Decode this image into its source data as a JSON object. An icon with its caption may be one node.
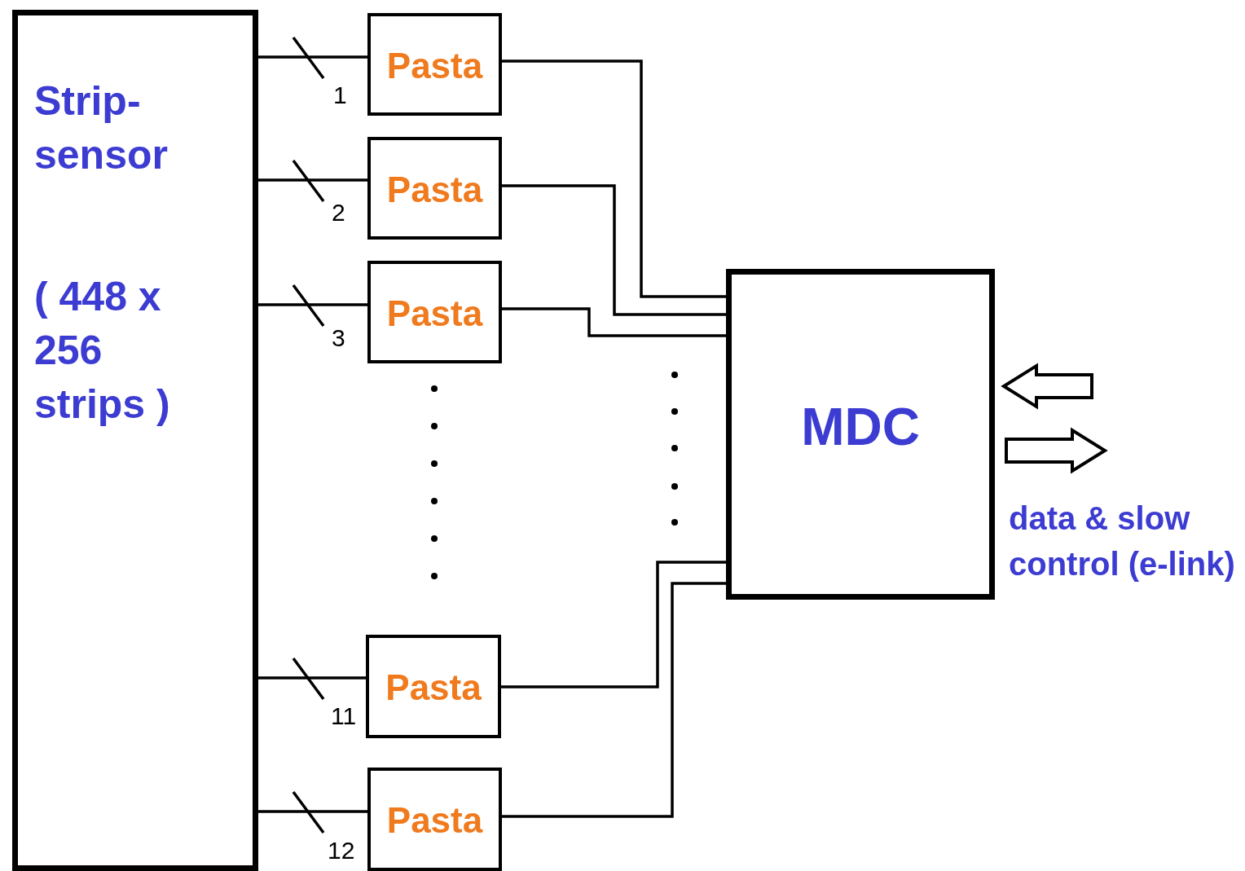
{
  "diagram": {
    "nodes": [
      {
        "text": [
          "Strip-sensor",
          "( 448 x 256 strips )"
        ]
      },
      {
        "text": [
          "Pasta"
        ]
      },
      {
        "text": [
          "Pasta"
        ]
      },
      {
        "text": [
          "Pasta"
        ]
      },
      {
        "text": [
          "Pasta"
        ]
      },
      {
        "text": [
          "Pasta"
        ]
      },
      {
        "text": [
          "MDC"
        ]
      }
    ],
    "edges": [
      {
        "from": 0,
        "to": 1,
        "arrow": "none",
        "label": "1"
      },
      {
        "from": 0,
        "to": 2,
        "arrow": "none",
        "label": "2"
      },
      {
        "from": 0,
        "to": 3,
        "arrow": "none",
        "label": "3"
      },
      {
        "from": 0,
        "to": 4,
        "arrow": "none",
        "label": "11"
      },
      {
        "from": 0,
        "to": 5,
        "arrow": "none",
        "label": "12"
      },
      {
        "from": 1,
        "to": 6,
        "arrow": "none"
      },
      {
        "from": 2,
        "to": 6,
        "arrow": "none"
      },
      {
        "from": 3,
        "to": 6,
        "arrow": "none"
      },
      {
        "from": 4,
        "to": 6,
        "arrow": "none"
      },
      {
        "from": 5,
        "to": 6,
        "arrow": "none"
      },
      {
        "from": null,
        "to": 6,
        "arrow": "to"
      },
      {
        "from": 6,
        "to": null,
        "arrow": "to"
      }
    ],
    "labels": [
      "data & slow control (e-link)"
    ]
  }
}
